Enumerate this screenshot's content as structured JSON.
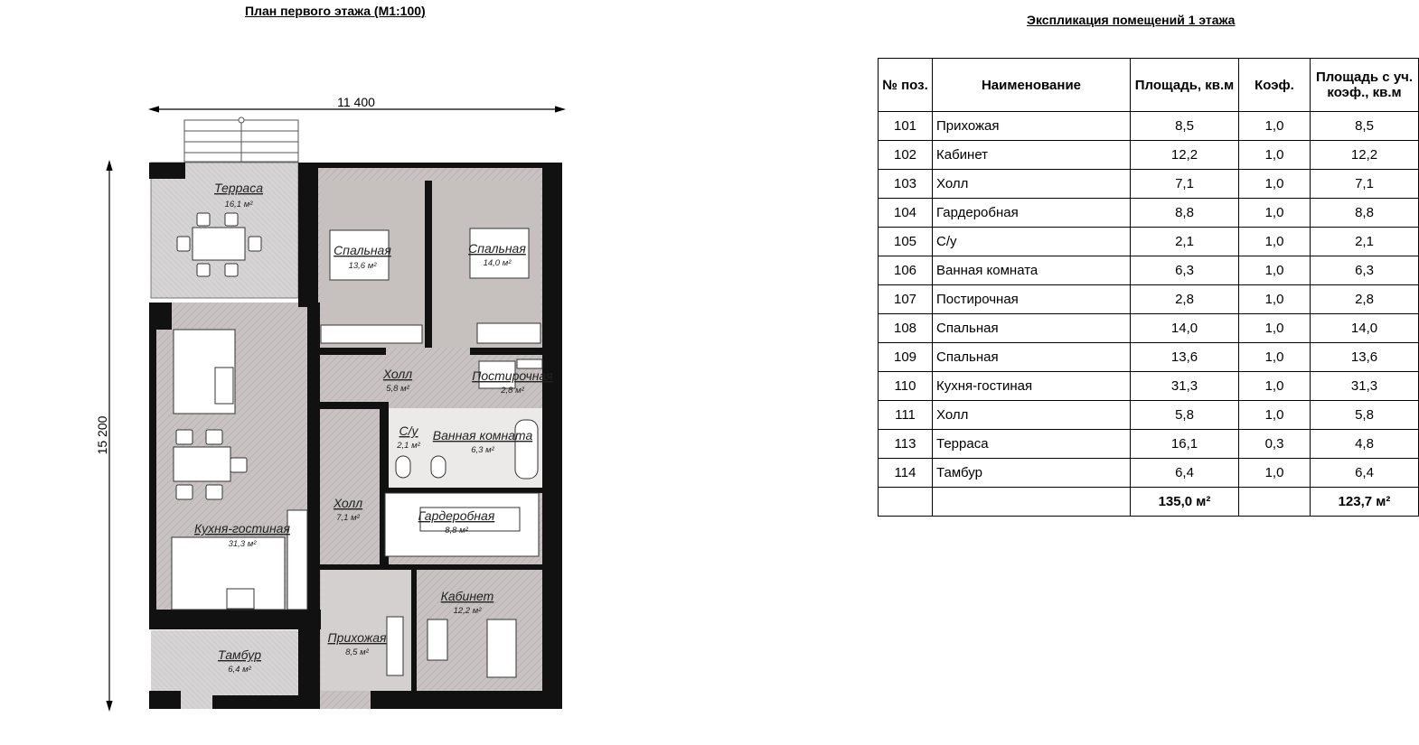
{
  "plan": {
    "title": "План первого этажа (М1:100)",
    "dim_width": "11 400",
    "dim_height": "15 200",
    "rooms": [
      {
        "name": "Терраса",
        "area": "16,1 м²"
      },
      {
        "name": "Спальная",
        "area": "13,6 м²"
      },
      {
        "name": "Спальная",
        "area": "14,0 м²"
      },
      {
        "name": "Холл",
        "area": "5,8 м²"
      },
      {
        "name": "Постирочная",
        "area": "2,8 м²"
      },
      {
        "name": "С/у",
        "area": "2,1 м²"
      },
      {
        "name": "Ванная комната",
        "area": "6,3 м²"
      },
      {
        "name": "Кухня-гостиная",
        "area": "31,3 м²"
      },
      {
        "name": "Холл",
        "area": "7,1 м²"
      },
      {
        "name": "Гардеробная",
        "area": "8,8 м²"
      },
      {
        "name": "Кабинет",
        "area": "12,2 м²"
      },
      {
        "name": "Прихожая",
        "area": "8,5 м²"
      },
      {
        "name": "Тамбур",
        "area": "6,4 м²"
      }
    ]
  },
  "table": {
    "title": "Экспликация помещений 1 этажа",
    "headers": [
      "№ поз.",
      "Наименование",
      "Площадь, кв.м",
      "Коэф.",
      "Площадь с уч. коэф., кв.м"
    ],
    "rows": [
      [
        "101",
        "Прихожая",
        "8,5",
        "1,0",
        "8,5"
      ],
      [
        "102",
        "Кабинет",
        "12,2",
        "1,0",
        "12,2"
      ],
      [
        "103",
        "Холл",
        "7,1",
        "1,0",
        "7,1"
      ],
      [
        "104",
        "Гардеробная",
        "8,8",
        "1,0",
        "8,8"
      ],
      [
        "105",
        "С/у",
        "2,1",
        "1,0",
        "2,1"
      ],
      [
        "106",
        "Ванная комната",
        "6,3",
        "1,0",
        "6,3"
      ],
      [
        "107",
        "Постирочная",
        "2,8",
        "1,0",
        "2,8"
      ],
      [
        "108",
        "Спальная",
        "14,0",
        "1,0",
        "14,0"
      ],
      [
        "109",
        "Спальная",
        "13,6",
        "1,0",
        "13,6"
      ],
      [
        "110",
        "Кухня-гостиная",
        "31,3",
        "1,0",
        "31,3"
      ],
      [
        "111",
        "Холл",
        "5,8",
        "1,0",
        "5,8"
      ],
      [
        "113",
        "Терраса",
        "16,1",
        "0,3",
        "4,8"
      ],
      [
        "114",
        "Тамбур",
        "6,4",
        "1,0",
        "6,4"
      ]
    ],
    "total": [
      "",
      "",
      "135,0 м²",
      "",
      "123,7 м²"
    ]
  }
}
